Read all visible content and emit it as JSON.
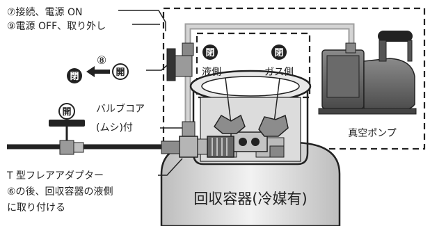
{
  "labels": {
    "connect_power_on": "⑦接続、電源 ON",
    "power_off_remove": "⑨電源 OFF、取り外し",
    "step8": "⑧",
    "closed": "閉",
    "open": "開",
    "liquid_side": "液側",
    "gas_side": "ガス側",
    "valve_core_line1": "バルブコア",
    "valve_core_line2": "(ムシ)付",
    "vacuum_pump": "真空ポンプ",
    "t_adapter": "T 型フレアアダプター",
    "after6_line1": "⑥の後、回収容器の液側",
    "after6_line2": "に取り付ける",
    "container": "回収容器(冷媒有)"
  },
  "icons": [
    "left-arrow-icon"
  ],
  "colors": {
    "ink": "#222222",
    "hose": "#bfbfbf",
    "metal_dark": "#555555",
    "metal_mid": "#9a9a9a",
    "metal_light": "#d9d9d9",
    "cylinder_top": "#cfcfcf",
    "valve_body": "#b8b8b8",
    "background": "#ffffff"
  }
}
